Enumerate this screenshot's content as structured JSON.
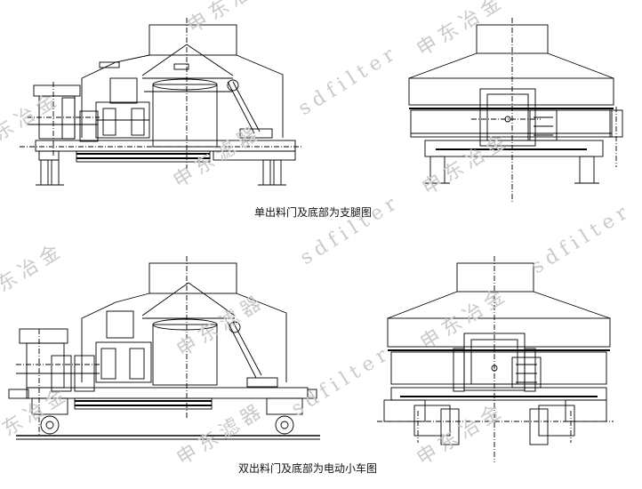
{
  "figure": {
    "top_caption": "单出料门及底部为支腿图",
    "bottom_caption": "双出料门及底部为电动小车图"
  },
  "watermark": {
    "brand_cn": "申东冶金",
    "brand_cn_alt": "申东滤器",
    "brand_en": "sdfilter",
    "color": "#c9c9c9"
  },
  "drawing": {
    "line_color": "#000000"
  }
}
